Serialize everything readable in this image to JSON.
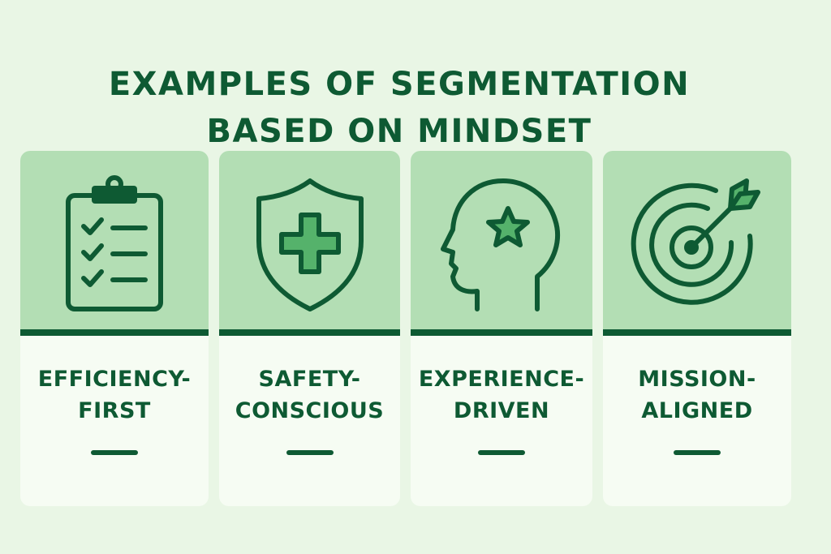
{
  "title": {
    "line1": "EXAMPLES OF SEGMENTATION",
    "line2": "BASED ON MINDSET"
  },
  "cards": [
    {
      "icon": "clipboard-checklist-icon",
      "label_line1": "EFFICIENCY-",
      "label_line2": "FIRST"
    },
    {
      "icon": "shield-cross-icon",
      "label_line1": "SAFETY-",
      "label_line2": "CONSCIOUS"
    },
    {
      "icon": "head-star-icon",
      "label_line1": "EXPERIENCE-",
      "label_line2": "DRIVEN"
    },
    {
      "icon": "target-arrow-icon",
      "label_line1": "MISSION-",
      "label_line2": "ALIGNED"
    }
  ],
  "colors": {
    "background": "#e9f6e5",
    "primary": "#0e5a33",
    "card_top": "#b3deb4",
    "card_bottom": "#f6fcf3",
    "icon_fill": "#55b26b"
  }
}
